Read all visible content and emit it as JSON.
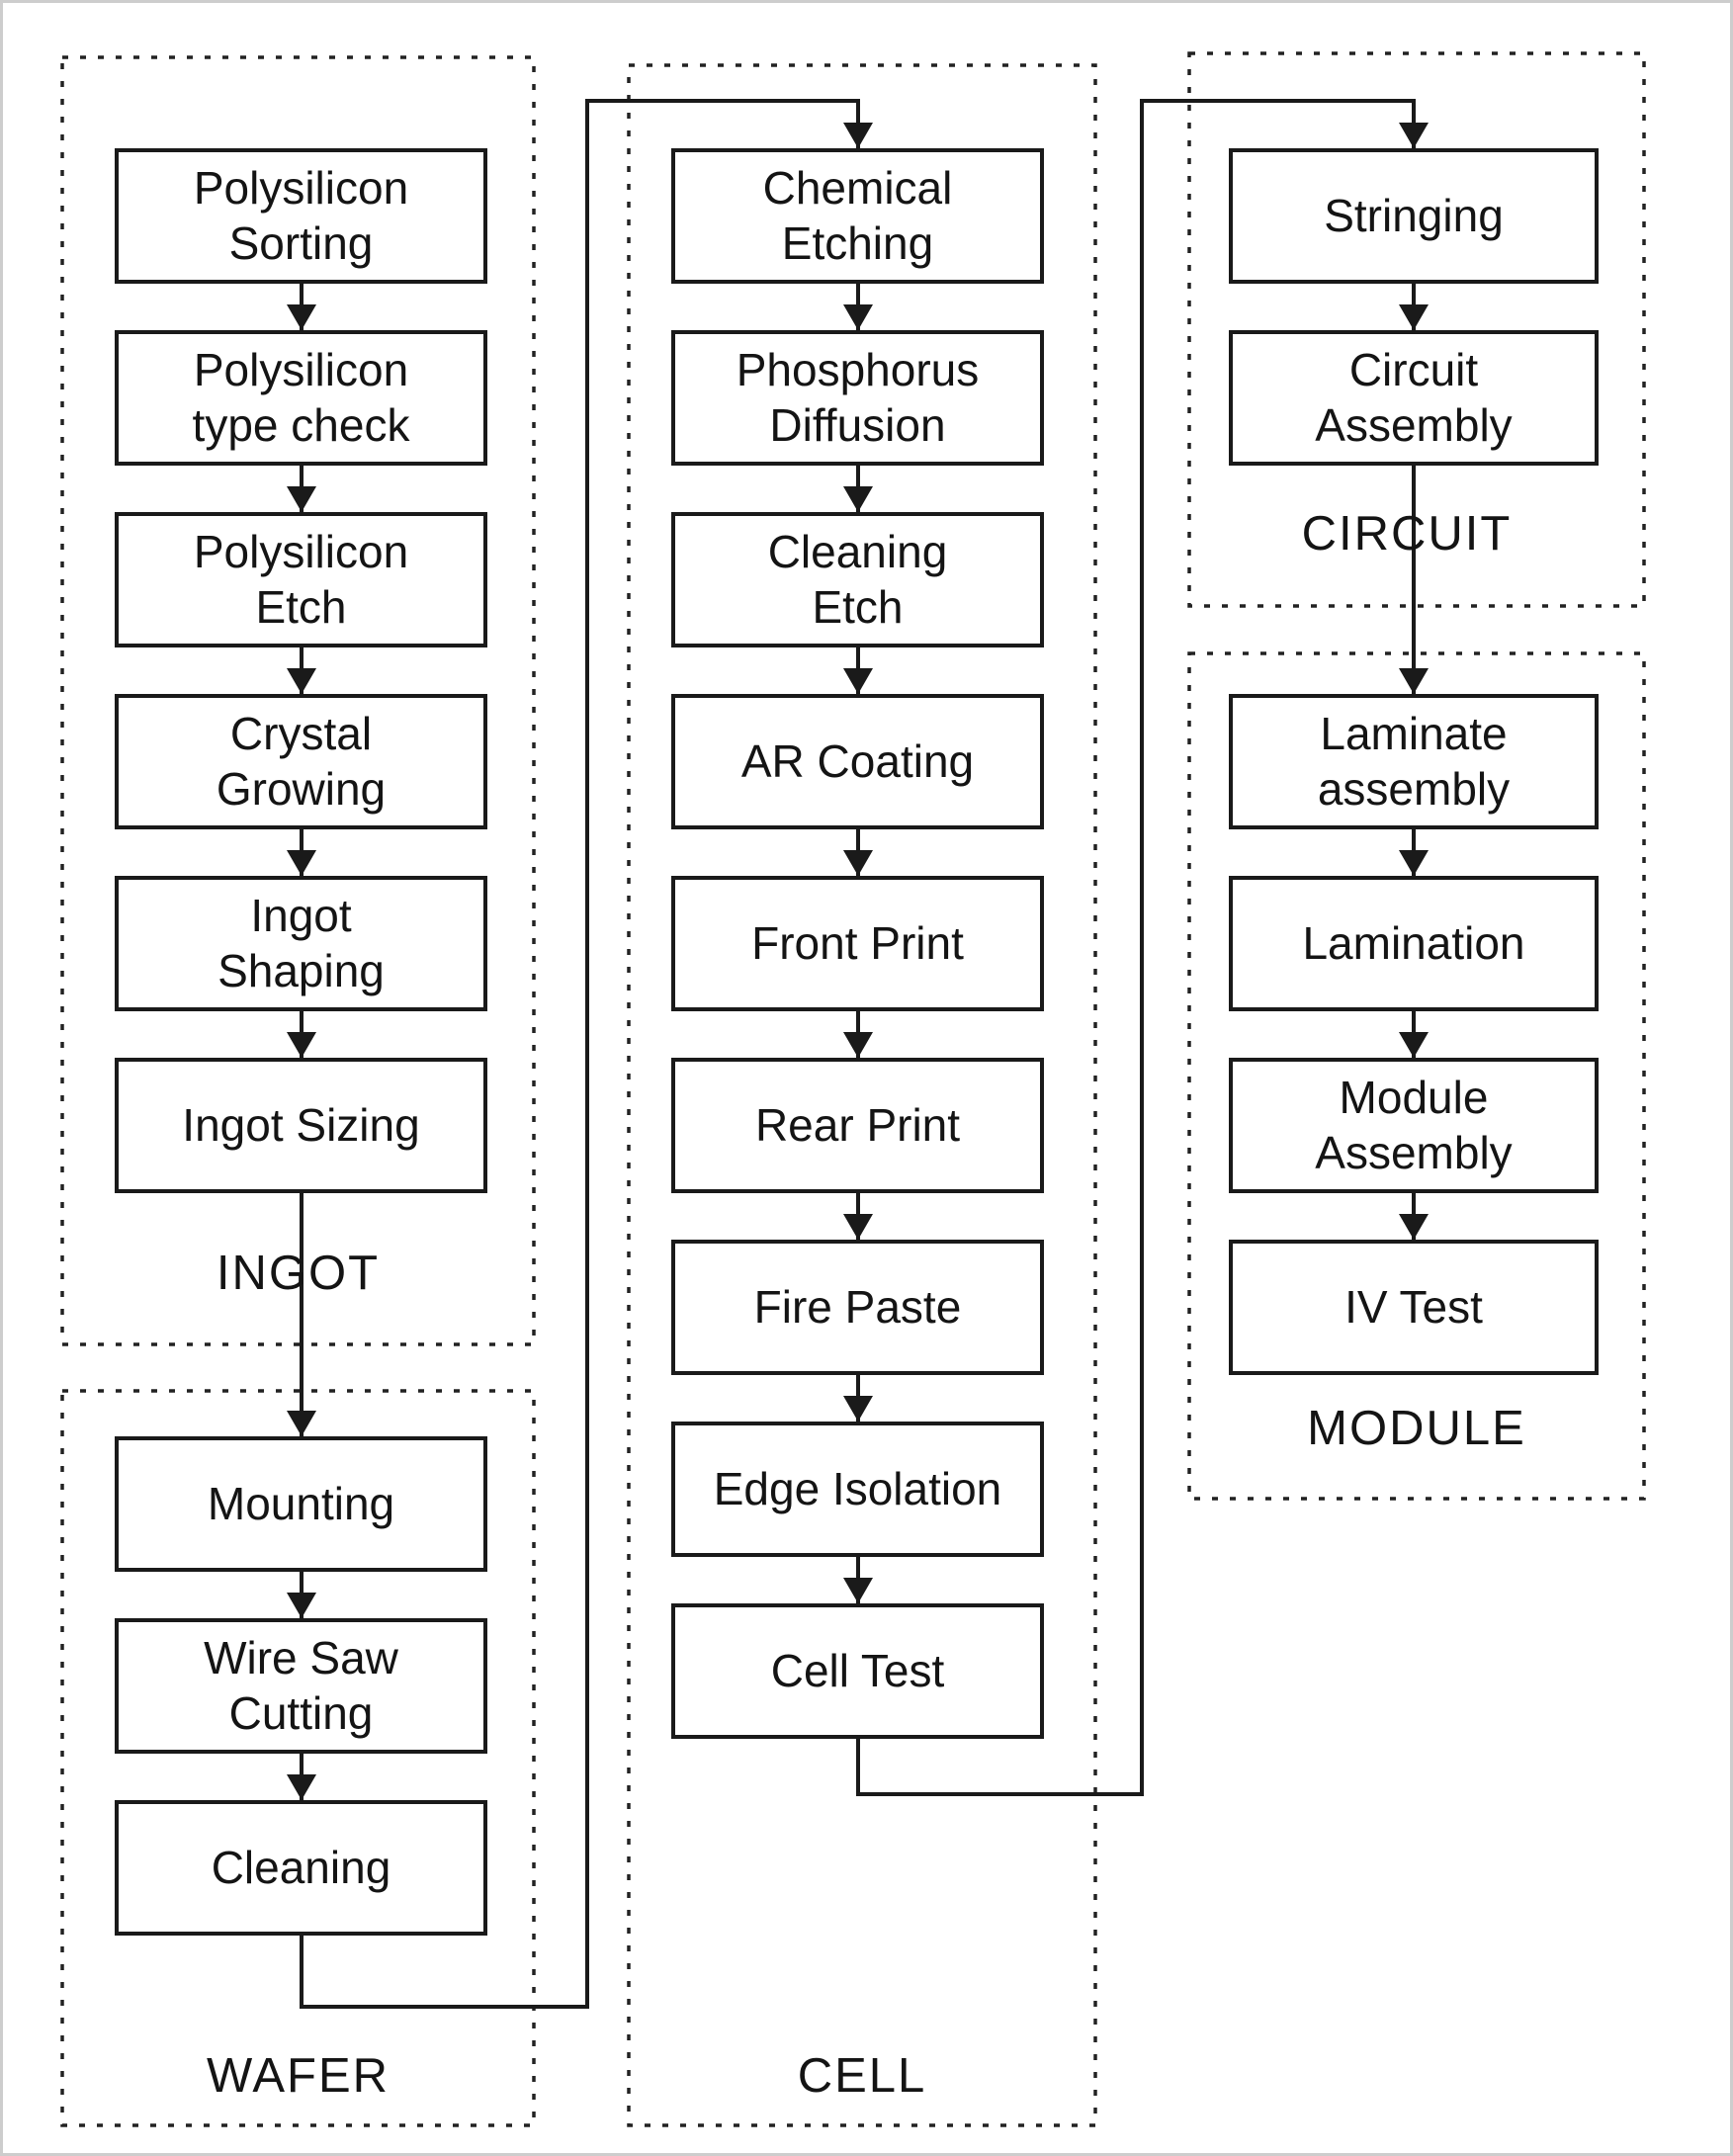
{
  "figure": {
    "type": "flowchart",
    "subject": "Solar cell / module manufacturing process flow",
    "background_color": "#ffffff",
    "ink_color": "#1a1a1a"
  },
  "groups": [
    {
      "id": "ingot",
      "label": "INGOT",
      "steps": [
        "Polysilicon\nSorting",
        "Polysilicon\ntype check",
        "Polysilicon\nEtch",
        "Crystal\nGrowing",
        "Ingot\nShaping",
        "Ingot Sizing"
      ]
    },
    {
      "id": "wafer",
      "label": "WAFER",
      "steps": [
        "Mounting",
        "Wire Saw\nCutting",
        "Cleaning"
      ]
    },
    {
      "id": "cell",
      "label": "CELL",
      "steps": [
        "Chemical\nEtching",
        "Phosphorus\nDiffusion",
        "Cleaning\nEtch",
        "AR Coating",
        "Front Print",
        "Rear Print",
        "Fire Paste",
        "Edge Isolation",
        "Cell Test"
      ]
    },
    {
      "id": "circuit",
      "label": "CIRCUIT",
      "steps": [
        "Stringing",
        "Circuit\nAssembly"
      ]
    },
    {
      "id": "module",
      "label": "MODULE",
      "steps": [
        "Laminate\nassembly",
        "Lamination",
        "Module\nAssembly",
        "IV Test"
      ]
    }
  ],
  "connections": [
    {
      "from": "Polysilicon Sorting",
      "to": "Polysilicon type check"
    },
    {
      "from": "Polysilicon type check",
      "to": "Polysilicon Etch"
    },
    {
      "from": "Polysilicon Etch",
      "to": "Crystal Growing"
    },
    {
      "from": "Crystal Growing",
      "to": "Ingot Shaping"
    },
    {
      "from": "Ingot Shaping",
      "to": "Ingot Sizing"
    },
    {
      "from": "Ingot Sizing",
      "to": "Mounting"
    },
    {
      "from": "Mounting",
      "to": "Wire Saw Cutting"
    },
    {
      "from": "Wire Saw Cutting",
      "to": "Cleaning"
    },
    {
      "from": "Cleaning",
      "to": "Chemical Etching"
    },
    {
      "from": "Chemical Etching",
      "to": "Phosphorus Diffusion"
    },
    {
      "from": "Phosphorus Diffusion",
      "to": "Cleaning Etch"
    },
    {
      "from": "Cleaning Etch",
      "to": "AR Coating"
    },
    {
      "from": "AR Coating",
      "to": "Front Print"
    },
    {
      "from": "Front Print",
      "to": "Rear Print"
    },
    {
      "from": "Rear Print",
      "to": "Fire Paste"
    },
    {
      "from": "Fire Paste",
      "to": "Edge Isolation"
    },
    {
      "from": "Edge Isolation",
      "to": "Cell Test"
    },
    {
      "from": "Cell Test",
      "to": "Stringing"
    },
    {
      "from": "Stringing",
      "to": "Circuit Assembly"
    },
    {
      "from": "Circuit Assembly",
      "to": "Laminate assembly"
    },
    {
      "from": "Laminate assembly",
      "to": "Lamination"
    },
    {
      "from": "Lamination",
      "to": "Module Assembly"
    },
    {
      "from": "Module Assembly",
      "to": "IV Test"
    }
  ]
}
